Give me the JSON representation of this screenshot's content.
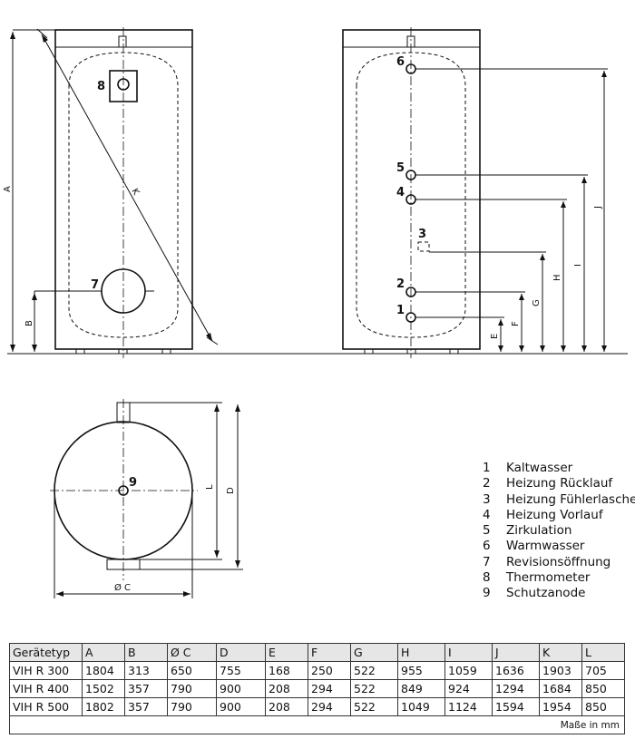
{
  "front_view": {
    "marker_8": "8",
    "marker_7": "7",
    "dim_A": "A",
    "dim_B": "B",
    "dim_K": "K"
  },
  "side_view": {
    "markers": [
      "6",
      "5",
      "4",
      "3",
      "2",
      "1"
    ],
    "dims": [
      "E",
      "F",
      "G",
      "H",
      "I",
      "J"
    ]
  },
  "top_view": {
    "marker_9": "9",
    "dim_L": "L",
    "dim_D": "D",
    "dim_C": "Ø C"
  },
  "legend": [
    {
      "num": "1",
      "label": "Kaltwasser"
    },
    {
      "num": "2",
      "label": "Heizung Rücklauf"
    },
    {
      "num": "3",
      "label": "Heizung Fühlerlasche"
    },
    {
      "num": "4",
      "label": "Heizung Vorlauf"
    },
    {
      "num": "5",
      "label": "Zirkulation"
    },
    {
      "num": "6",
      "label": "Warmwasser"
    },
    {
      "num": "7",
      "label": "Revisionsöffnung"
    },
    {
      "num": "8",
      "label": "Thermometer"
    },
    {
      "num": "9",
      "label": "Schutzanode"
    }
  ],
  "table": {
    "headers": [
      "Gerätetyp",
      "A",
      "B",
      "Ø C",
      "D",
      "E",
      "F",
      "G",
      "H",
      "I",
      "J",
      "K",
      "L"
    ],
    "rows": [
      [
        "VIH R 300",
        "1804",
        "313",
        "650",
        "755",
        "168",
        "250",
        "522",
        "955",
        "1059",
        "1636",
        "1903",
        "705"
      ],
      [
        "VIH R 400",
        "1502",
        "357",
        "790",
        "900",
        "208",
        "294",
        "522",
        "849",
        "924",
        "1294",
        "1684",
        "850"
      ],
      [
        "VIH R 500",
        "1802",
        "357",
        "790",
        "900",
        "208",
        "294",
        "522",
        "1049",
        "1124",
        "1594",
        "1954",
        "850"
      ]
    ],
    "unit_note": "Maße in mm"
  }
}
